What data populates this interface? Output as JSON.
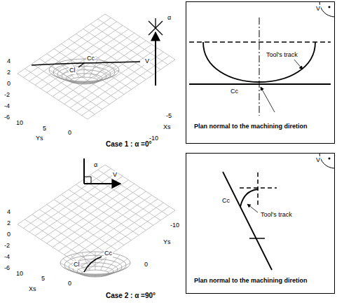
{
  "diagram": {
    "nodes": [
      {
        "text": [
          "V",
          "Tool's track",
          "Cc",
          "Plan normal to the machining diretion"
        ]
      },
      {
        "text": [
          "V",
          "Cc",
          "Tool's track",
          "Plan normal to the machining diretion"
        ]
      }
    ],
    "labels": [
      "4",
      "2",
      "0",
      "-2",
      "-4",
      "-6",
      "10",
      "5",
      "0",
      "Ys",
      "Xs",
      "-5",
      "-10",
      "Cc",
      "Cl",
      "V",
      "α",
      "Case 1 : α =0°",
      "4",
      "2",
      "0",
      "-2",
      "-4",
      "-6",
      "10",
      "5",
      "0",
      "Xs",
      "-10",
      "Ys",
      "0",
      "Cl",
      "Cc",
      "α",
      "V",
      "Case 2 : α =90°"
    ]
  }
}
